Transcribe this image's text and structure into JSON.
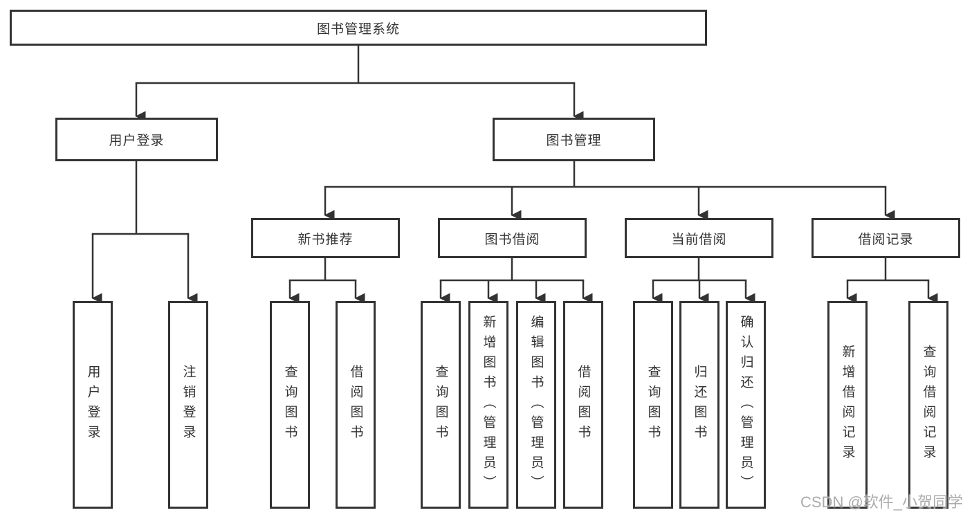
{
  "diagram": {
    "root": {
      "label": "图书管理系统",
      "children": [
        {
          "label": "用户登录",
          "children": [
            {
              "label": "用户登录"
            },
            {
              "label": "注销登录"
            }
          ]
        },
        {
          "label": "图书管理",
          "children": [
            {
              "label": "新书推荐",
              "children": [
                {
                  "label": "查询图书"
                },
                {
                  "label": "借阅图书"
                }
              ]
            },
            {
              "label": "图书借阅",
              "children": [
                {
                  "label": "查询图书"
                },
                {
                  "label": "新增图书（管理员）"
                },
                {
                  "label": "编辑图书（管理员）"
                },
                {
                  "label": "借阅图书"
                }
              ]
            },
            {
              "label": "当前借阅",
              "children": [
                {
                  "label": "查询图书"
                },
                {
                  "label": "归还图书"
                },
                {
                  "label": "确认归还（管理员）"
                }
              ]
            },
            {
              "label": "借阅记录",
              "children": [
                {
                  "label": "新增借阅记录"
                },
                {
                  "label": "查询借阅记录"
                }
              ]
            }
          ]
        }
      ]
    }
  },
  "watermark": {
    "text": "CSDN @软件_小贺同学"
  },
  "colors": {
    "line": "#333333",
    "box_border": "#333333",
    "text": "#333333",
    "watermark": "#a5a5a5",
    "background": "#ffffff"
  }
}
